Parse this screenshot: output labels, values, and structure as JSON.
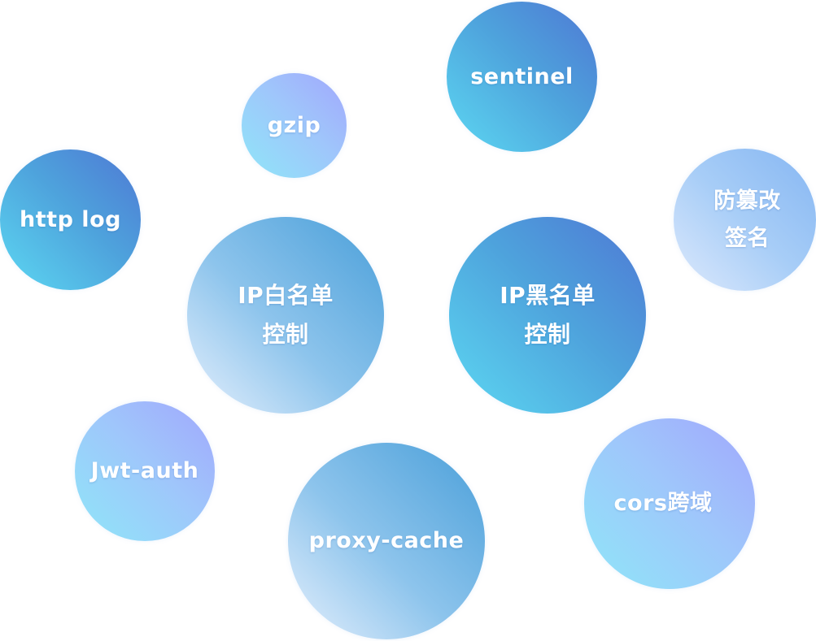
{
  "bubbles": {
    "sentinel": {
      "label": "sentinel"
    },
    "gzip": {
      "label": "gzip"
    },
    "http_log": {
      "label": "http log"
    },
    "sign": {
      "label": "防篡改\n签名"
    },
    "ip_white": {
      "label": "IP白名单\n控制"
    },
    "ip_black": {
      "label": "IP黑名单\n控制"
    },
    "jwt_auth": {
      "label": "Jwt-auth"
    },
    "proxy_cache": {
      "label": "proxy-cache"
    },
    "cors": {
      "label": "cors跨域"
    }
  },
  "colors": {
    "deep_blue": "#4f78d4",
    "mid_blue": "#4ea2dc",
    "cyan": "#5cd8f2",
    "periwinkle": "#a1a7fc",
    "pale": "#e6f0fd",
    "text": "#ffffff"
  }
}
